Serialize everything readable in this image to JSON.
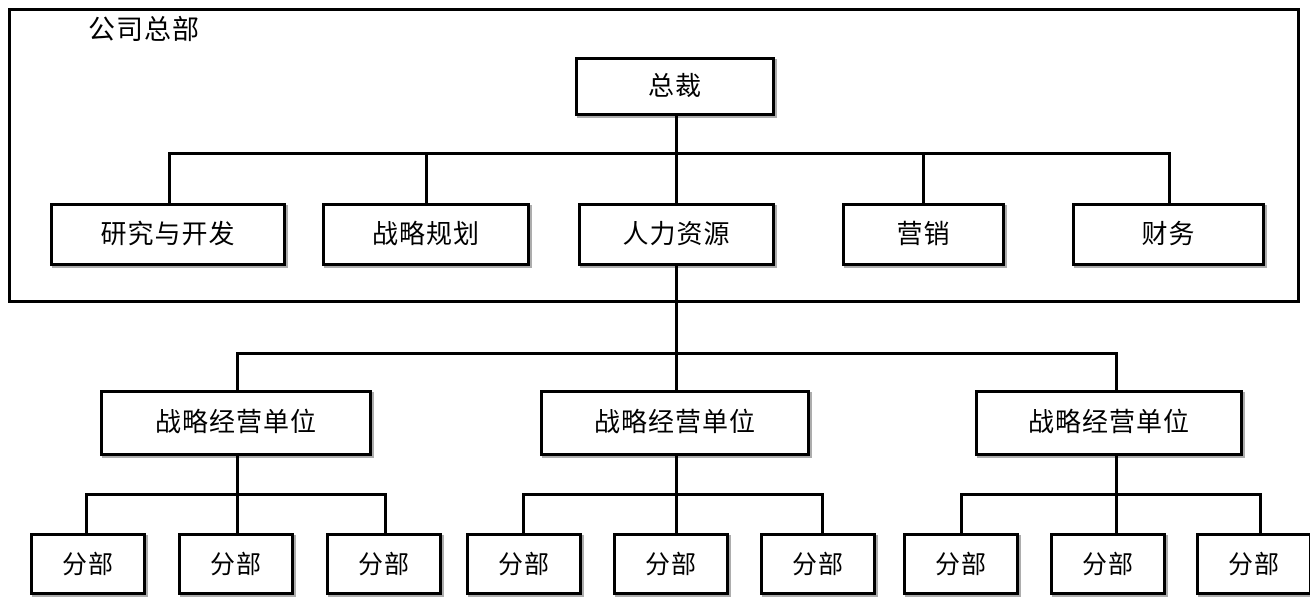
{
  "diagram": {
    "type": "organization-chart",
    "title": "公司总部",
    "background_color": "#ffffff",
    "line_color": "#000000",
    "box_fill_color": "#ffffff"
  },
  "headquarters": {
    "frame_label": "公司总部",
    "president": {
      "label": "总裁"
    },
    "departments": [
      {
        "label": "研究与开发"
      },
      {
        "label": "战略规划"
      },
      {
        "label": "人力资源"
      },
      {
        "label": "营销"
      },
      {
        "label": "财务"
      }
    ]
  },
  "business_units": [
    {
      "label": "战略经营单位",
      "divisions": [
        {
          "label": "分部"
        },
        {
          "label": "分部"
        },
        {
          "label": "分部"
        }
      ]
    },
    {
      "label": "战略经营单位",
      "divisions": [
        {
          "label": "分部"
        },
        {
          "label": "分部"
        },
        {
          "label": "分部"
        }
      ]
    },
    {
      "label": "战略经营单位",
      "divisions": [
        {
          "label": "分部"
        },
        {
          "label": "分部"
        },
        {
          "label": "分部"
        }
      ]
    }
  ]
}
